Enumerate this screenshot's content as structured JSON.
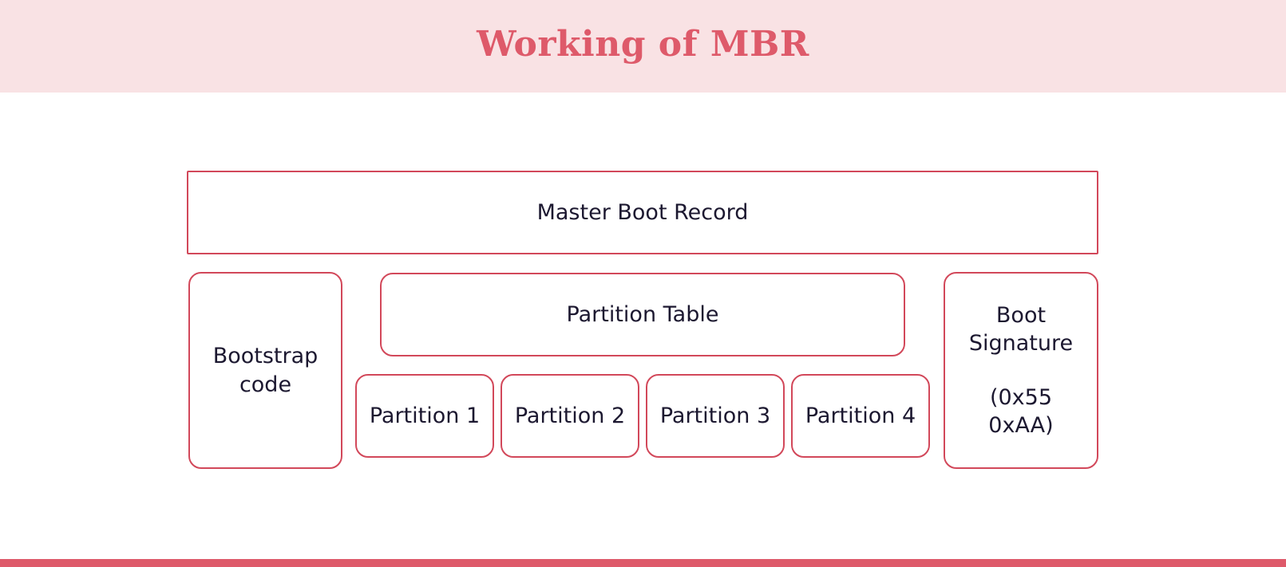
{
  "title": "Working of MBR",
  "boxes": {
    "mbr": "Master Boot Record",
    "bootstrap": [
      "Bootstrap",
      "code"
    ],
    "partition_table": "Partition Table",
    "partitions": [
      "Partition 1",
      "Partition 2",
      "Partition 3",
      "Partition 4"
    ],
    "boot_signature": [
      "Boot",
      "Signature",
      "(0x55",
      "0xAA)"
    ]
  },
  "colors": {
    "header_bg": "#f9e2e4",
    "accent": "#de5a6a",
    "border": "#d2485a",
    "text": "#1c1830"
  }
}
